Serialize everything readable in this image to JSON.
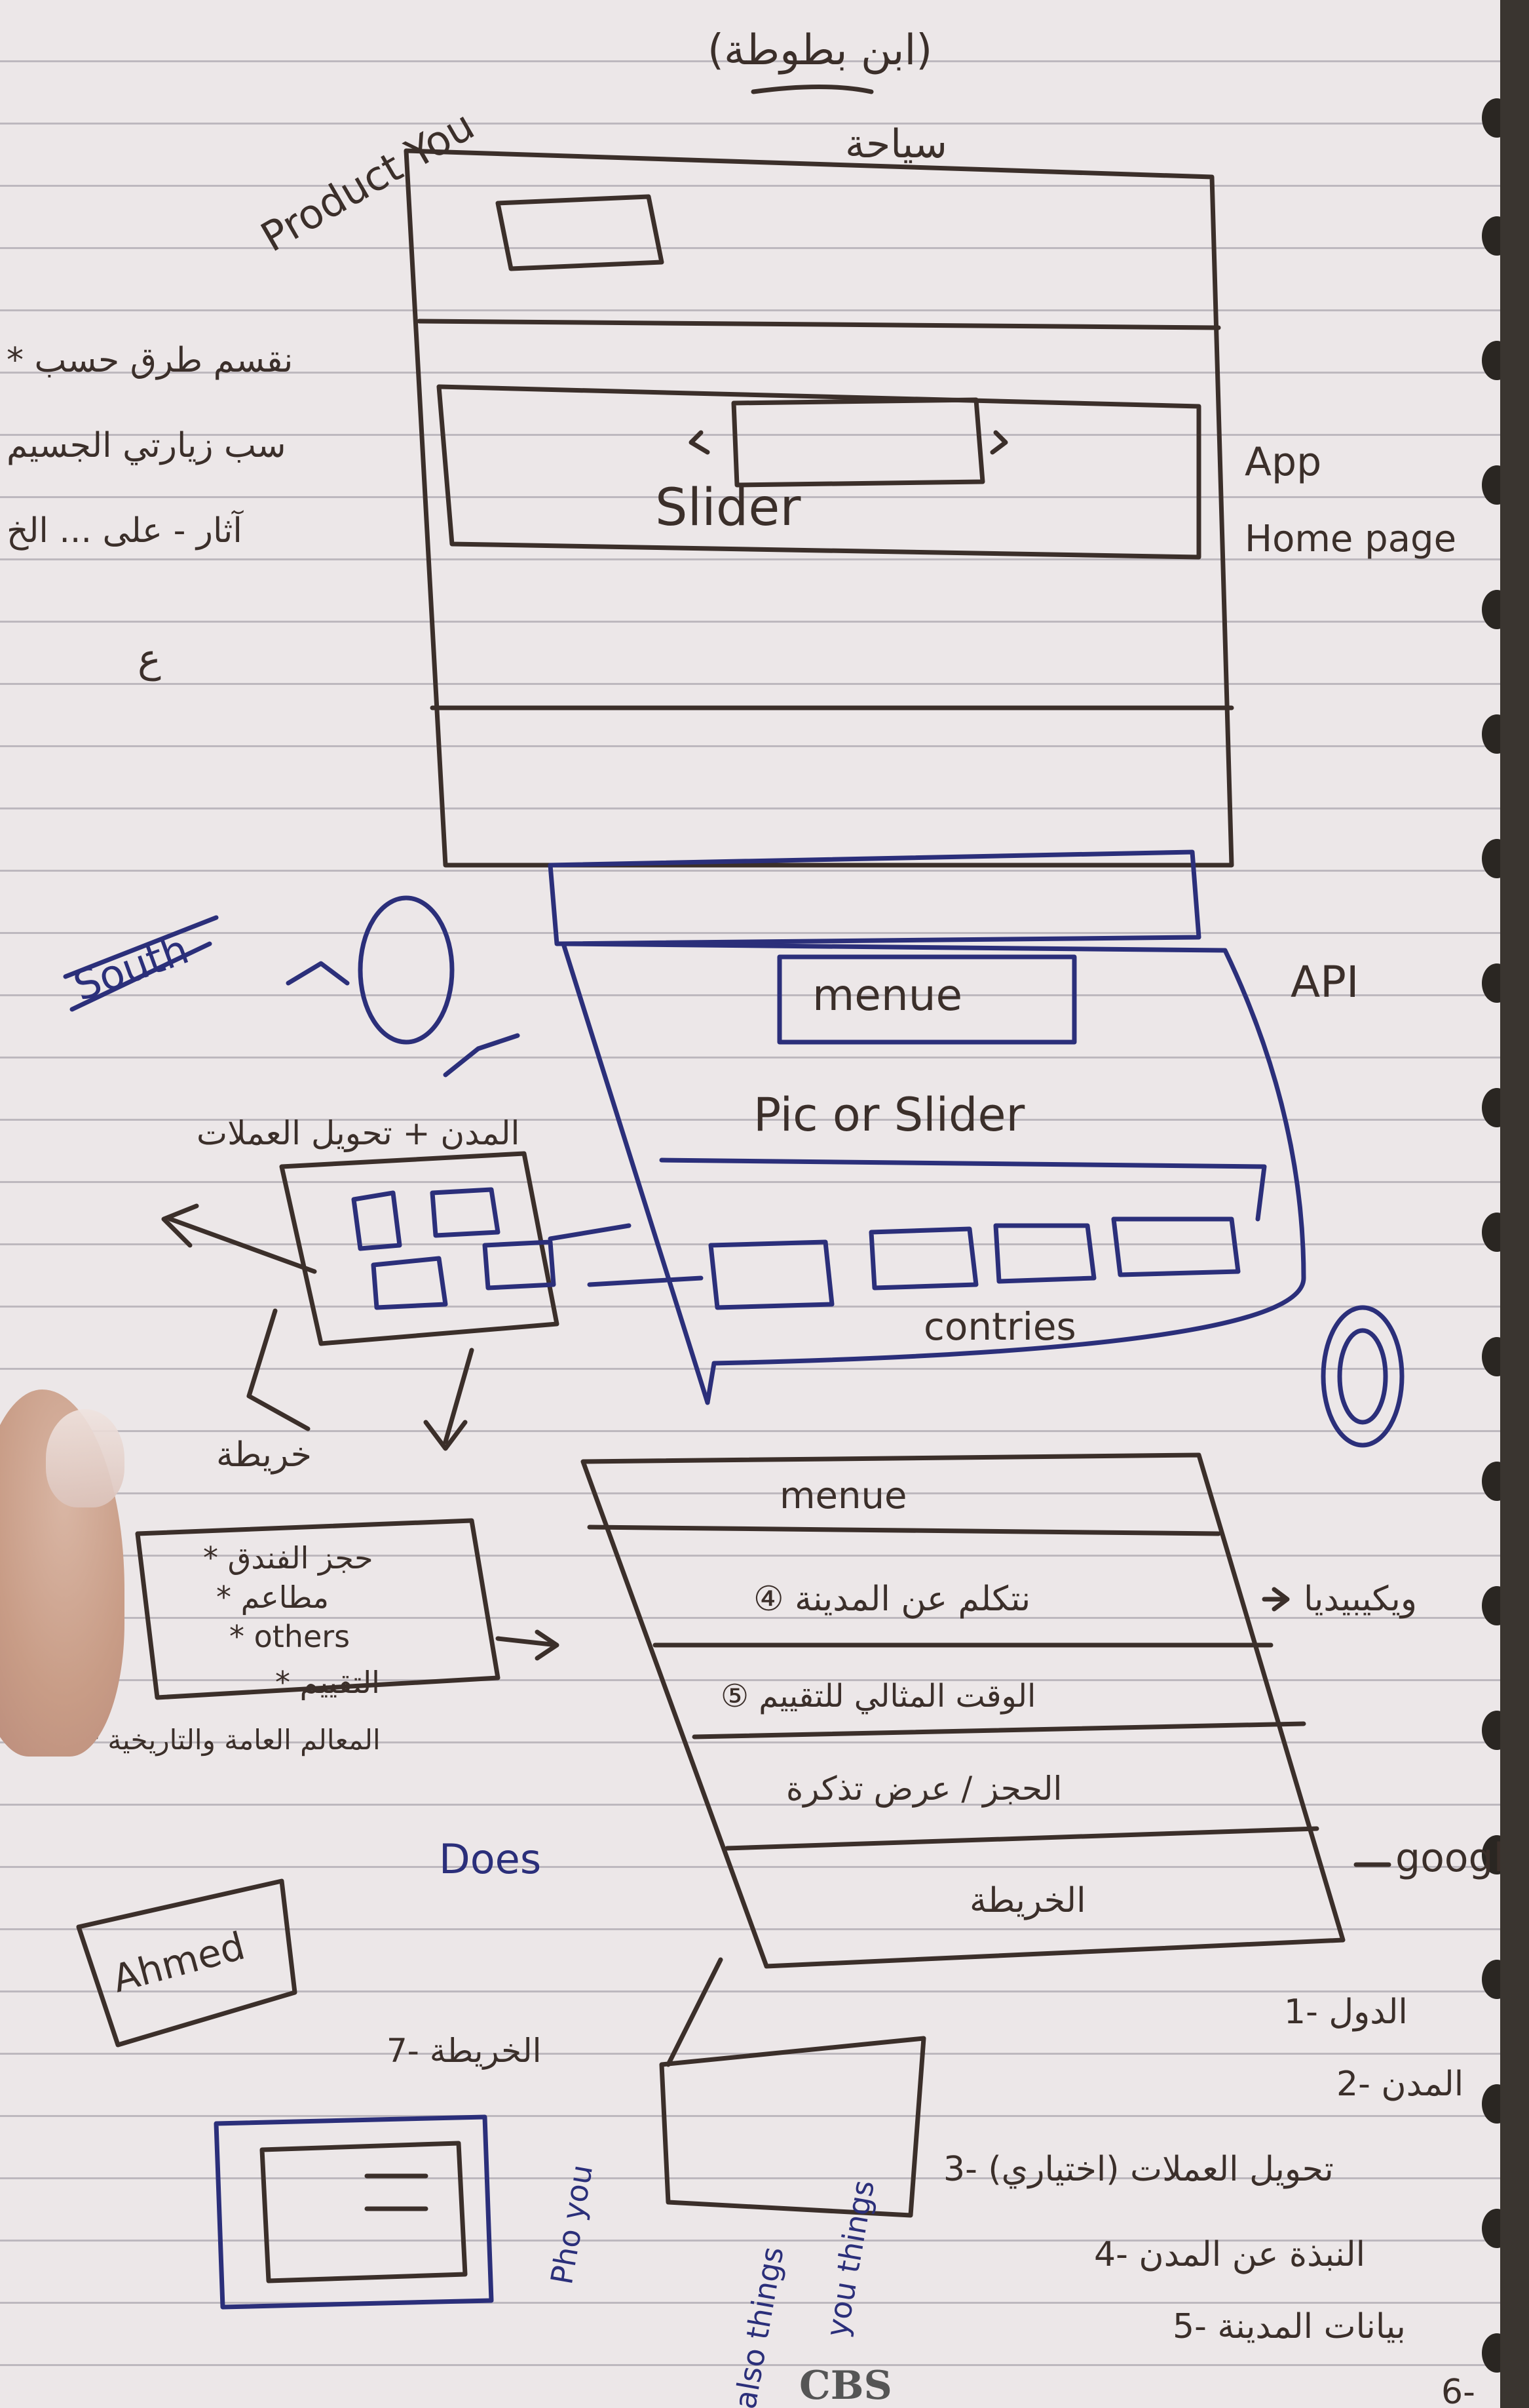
{
  "sketch": {
    "title_ar": "(ابن بطوطة)",
    "subtitle_ar": "سياحة",
    "product_label": "Product You",
    "slider_label": "Slider",
    "app_label": "App",
    "home_page_label": "Home page",
    "left_notes": [
      "* نقسم طرق حسب",
      "سب زيارتي الجسيم",
      "آثار - على ... الخ",
      "ع"
    ],
    "api_label": "API",
    "menu_box_label": "menue",
    "pic_slider_label": "Pic or Slider",
    "countries_label": "contries",
    "south_label": "South",
    "cities_convert_label": "المدن + تحويل العملات",
    "map_label": "خريطة",
    "hotel_list": [
      "* حجز الفندق",
      "* مطاعم",
      "* others",
      "* التقييم"
    ],
    "bottom_note": "* المعالم العامة والتاريخية",
    "ahmed_label": "Ahmed",
    "does_label": "Does",
    "menu2_title": "menue",
    "menu2_items": [
      "④ نتكلم عن المدينة",
      "⑤ الوقت المثالي للتقييم",
      "الحجز / عرض تذكرة",
      "الخريطة"
    ],
    "wikipedia_label": "ويكيبيديا",
    "google_label": "google",
    "map_item_label": "7- الخريطة",
    "side_scribble": [
      "Pho you",
      "also things",
      "you things"
    ],
    "numbered_list": [
      "1- الدول",
      "2- المدن",
      "3- تحويل العملات (اختياري)",
      "4- النبذة عن المدن",
      "5- بيانات المدينة",
      "6-"
    ],
    "footer_stamp": "CBS"
  }
}
